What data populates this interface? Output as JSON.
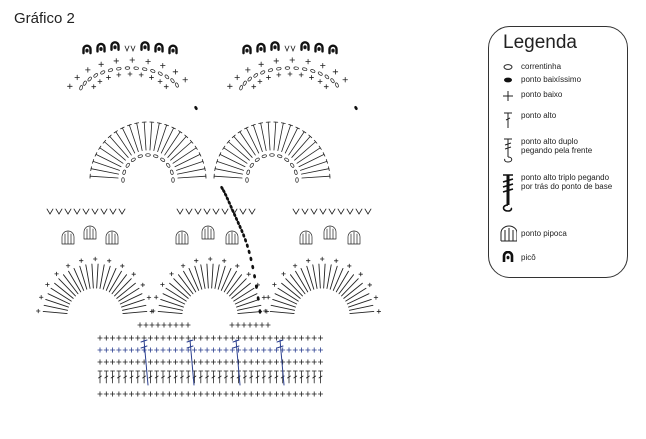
{
  "title": "Gráfico 2",
  "legend": {
    "title": "Legenda",
    "items": [
      {
        "key": "correntinha",
        "label": "correntinha"
      },
      {
        "key": "ponto_baixissimo",
        "label": "ponto baixíssimo"
      },
      {
        "key": "ponto_baixo",
        "label": "ponto baixo"
      },
      {
        "key": "ponto_alto",
        "label": "ponto alto"
      },
      {
        "key": "ponto_alto_duplo",
        "label": "ponto alto duplo\npegando pela frente"
      },
      {
        "key": "ponto_alto_triplo",
        "label": "ponto alto triplo pegando\npor trás do ponto de base"
      },
      {
        "key": "ponto_pipoca",
        "label": "ponto pipoca"
      },
      {
        "key": "pico",
        "label": "picô"
      }
    ]
  },
  "colors": {
    "ink": "#222222",
    "accent": "#2b3f8f"
  }
}
